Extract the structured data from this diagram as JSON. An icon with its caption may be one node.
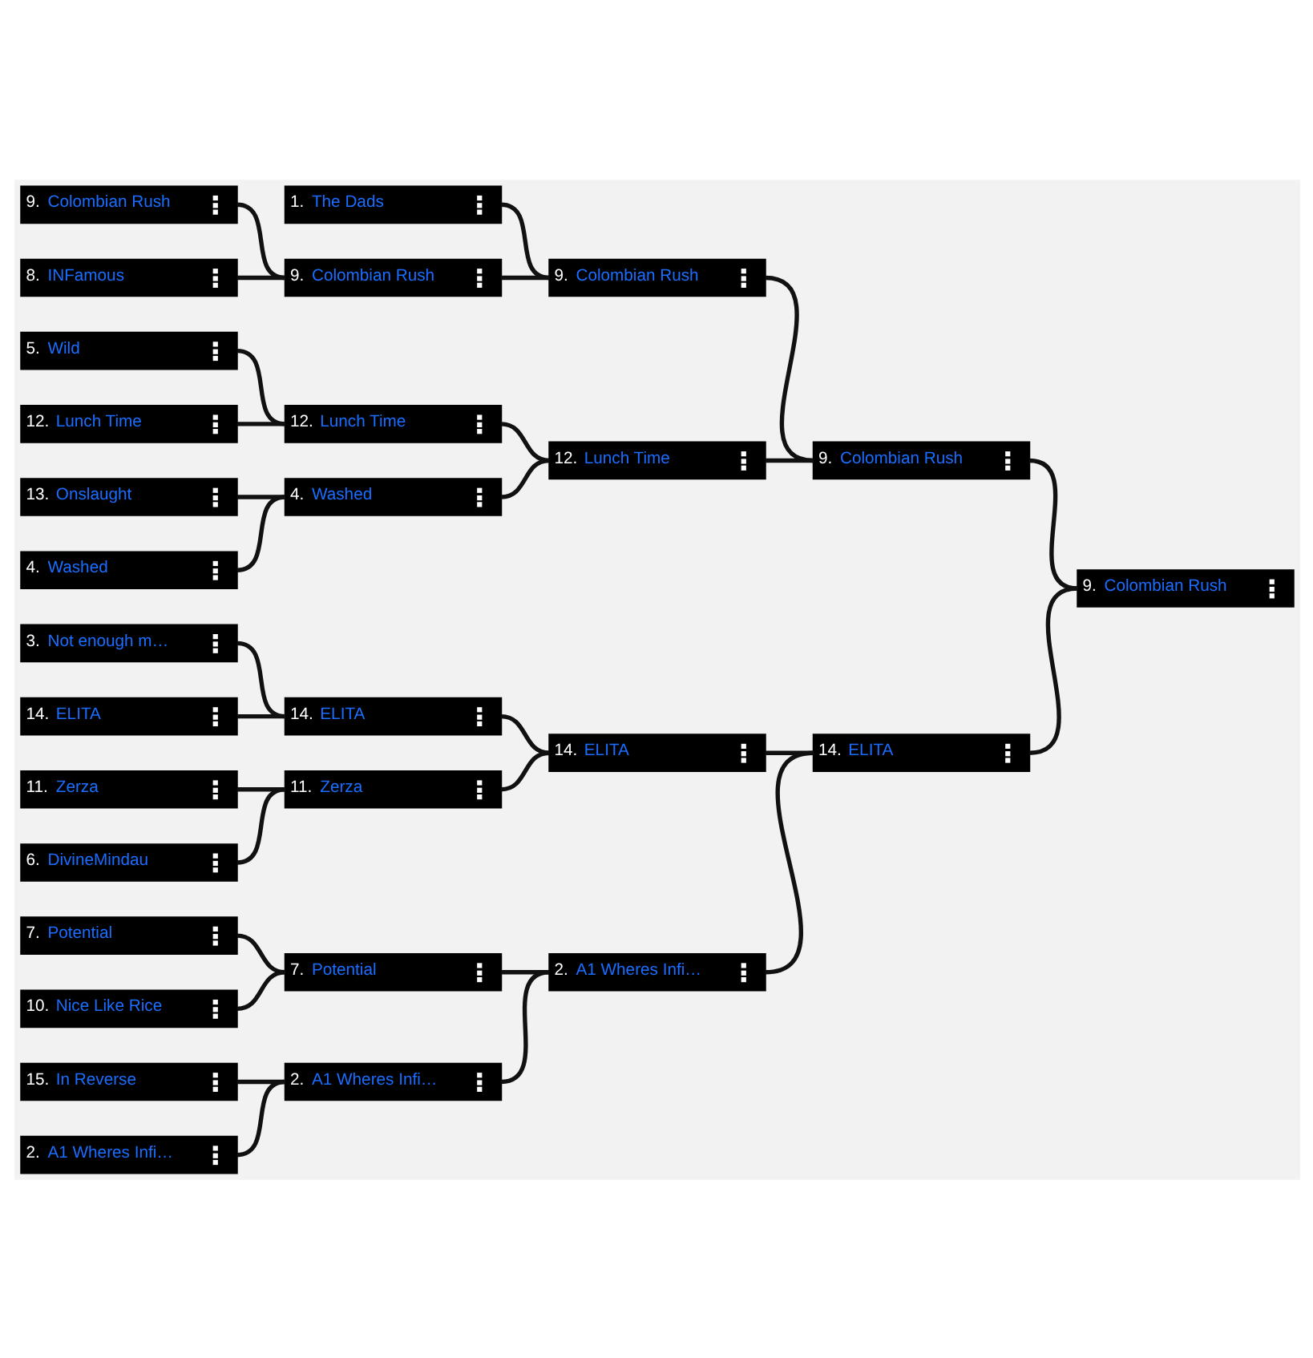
{
  "diagram": {
    "nodes": [
      {
        "text": [
          "9.",
          "Colombian Rush"
        ]
      },
      {
        "text": [
          "8.",
          "INFamous"
        ]
      },
      {
        "text": [
          "5.",
          "Wild"
        ]
      },
      {
        "text": [
          "12.",
          "Lunch Time"
        ]
      },
      {
        "text": [
          "13.",
          "Onslaught"
        ]
      },
      {
        "text": [
          "4.",
          "Washed"
        ]
      },
      {
        "text": [
          "3.",
          "Not enough m…"
        ]
      },
      {
        "text": [
          "14.",
          "ELITA"
        ]
      },
      {
        "text": [
          "11.",
          "Zerza"
        ]
      },
      {
        "text": [
          "6.",
          "DivineMindau"
        ]
      },
      {
        "text": [
          "7.",
          "Potential"
        ]
      },
      {
        "text": [
          "10.",
          "Nice Like Rice"
        ]
      },
      {
        "text": [
          "15.",
          "In Reverse"
        ]
      },
      {
        "text": [
          "2.",
          "A1 Wheres Infi…"
        ]
      },
      {
        "text": [
          "1.",
          "The Dads"
        ]
      },
      {
        "text": [
          "9.",
          "Colombian Rush"
        ]
      },
      {
        "text": [
          "12.",
          "Lunch Time"
        ]
      },
      {
        "text": [
          "4.",
          "Washed"
        ]
      },
      {
        "text": [
          "14.",
          "ELITA"
        ]
      },
      {
        "text": [
          "11.",
          "Zerza"
        ]
      },
      {
        "text": [
          "7.",
          "Potential"
        ]
      },
      {
        "text": [
          "2.",
          "A1 Wheres Infi…"
        ]
      },
      {
        "text": [
          "9.",
          "Colombian Rush"
        ]
      },
      {
        "text": [
          "12.",
          "Lunch Time"
        ]
      },
      {
        "text": [
          "14.",
          "ELITA"
        ]
      },
      {
        "text": [
          "2.",
          "A1 Wheres Infi…"
        ]
      },
      {
        "text": [
          "9.",
          "Colombian Rush"
        ]
      },
      {
        "text": [
          "14.",
          "ELITA"
        ]
      },
      {
        "text": [
          "9.",
          "Colombian Rush"
        ]
      }
    ],
    "edges": [
      {
        "from": 0,
        "to": 15,
        "arrow": "none"
      },
      {
        "from": 1,
        "to": 15,
        "arrow": "none"
      },
      {
        "from": 2,
        "to": 16,
        "arrow": "none"
      },
      {
        "from": 3,
        "to": 16,
        "arrow": "none"
      },
      {
        "from": 4,
        "to": 17,
        "arrow": "none"
      },
      {
        "from": 5,
        "to": 17,
        "arrow": "none"
      },
      {
        "from": 6,
        "to": 18,
        "arrow": "none"
      },
      {
        "from": 7,
        "to": 18,
        "arrow": "none"
      },
      {
        "from": 8,
        "to": 19,
        "arrow": "none"
      },
      {
        "from": 9,
        "to": 19,
        "arrow": "none"
      },
      {
        "from": 10,
        "to": 20,
        "arrow": "none"
      },
      {
        "from": 11,
        "to": 20,
        "arrow": "none"
      },
      {
        "from": 12,
        "to": 21,
        "arrow": "none"
      },
      {
        "from": 13,
        "to": 21,
        "arrow": "none"
      },
      {
        "from": 14,
        "to": 22,
        "arrow": "none"
      },
      {
        "from": 15,
        "to": 22,
        "arrow": "none"
      },
      {
        "from": 16,
        "to": 23,
        "arrow": "none"
      },
      {
        "from": 17,
        "to": 23,
        "arrow": "none"
      },
      {
        "from": 18,
        "to": 24,
        "arrow": "none"
      },
      {
        "from": 19,
        "to": 24,
        "arrow": "none"
      },
      {
        "from": 20,
        "to": 25,
        "arrow": "none"
      },
      {
        "from": 21,
        "to": 25,
        "arrow": "none"
      },
      {
        "from": 22,
        "to": 26,
        "arrow": "none"
      },
      {
        "from": 23,
        "to": 26,
        "arrow": "none"
      },
      {
        "from": 24,
        "to": 27,
        "arrow": "none"
      },
      {
        "from": 25,
        "to": 27,
        "arrow": "none"
      },
      {
        "from": 26,
        "to": 28,
        "arrow": "none"
      },
      {
        "from": 27,
        "to": 28,
        "arrow": "none"
      }
    ]
  }
}
